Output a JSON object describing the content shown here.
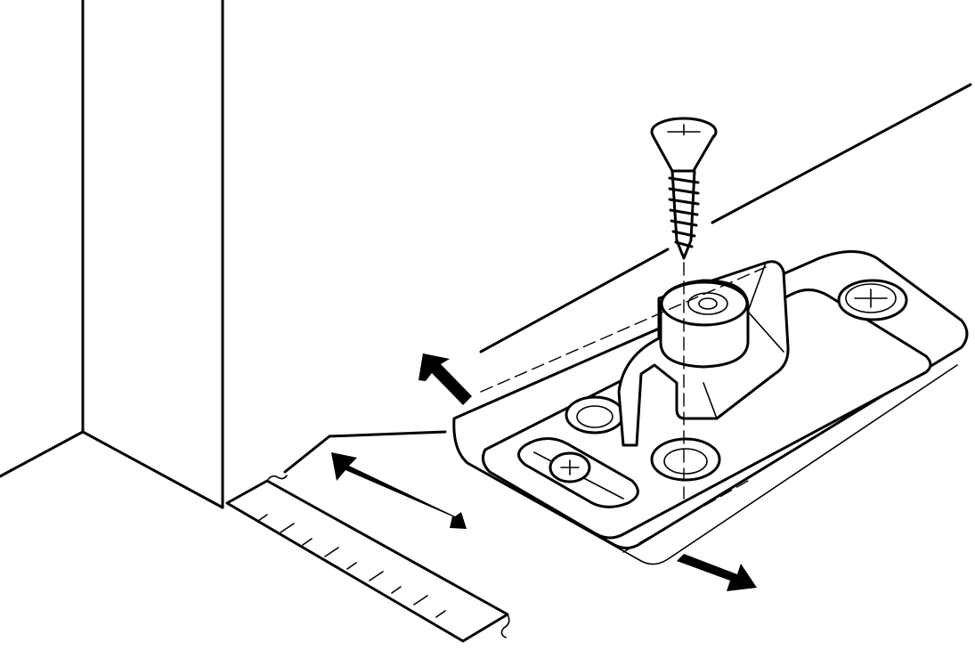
{
  "figure": {
    "kind": "technical-drawing",
    "line_color": "#000000",
    "background_color": "#ffffff",
    "parts": [
      "wall",
      "floor",
      "measuring-tape",
      "screw",
      "mounting-bracket",
      "screw-head",
      "adjustment-arrows"
    ]
  }
}
